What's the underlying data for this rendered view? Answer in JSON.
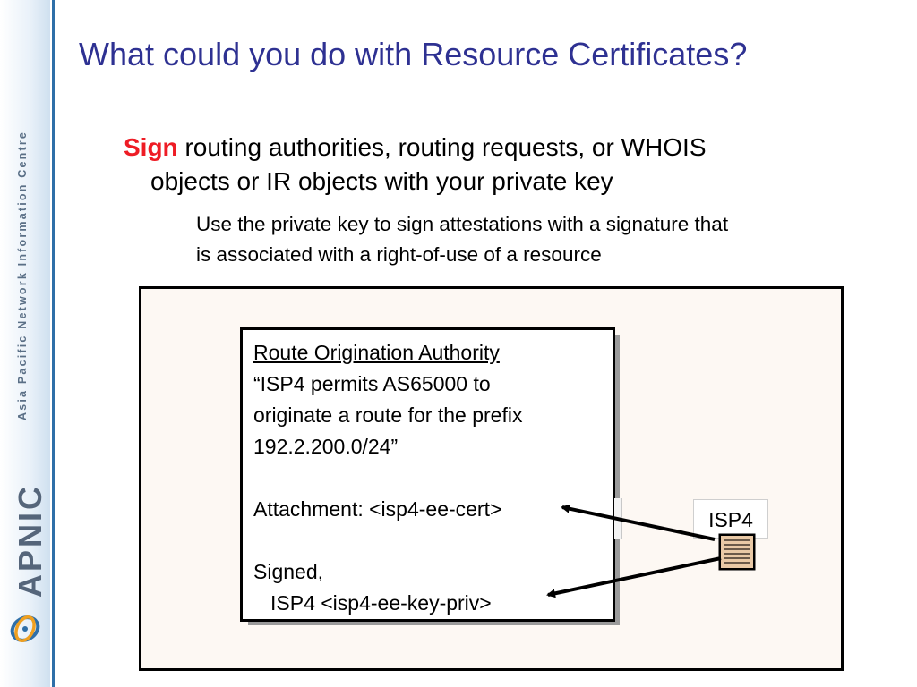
{
  "sidebar": {
    "org_name": "Asia Pacific Network Information Centre",
    "brand": "APNIC"
  },
  "title": "What could you do with Resource Certificates?",
  "bullet": {
    "keyword": "Sign",
    "line1": " routing authorities, routing requests, or WHOIS",
    "line2": "objects or IR objects with your private key"
  },
  "sub_bullet": {
    "line1": "Use the private key to sign attestations with a signature that",
    "line2": "is associated with a right-of-use of a resource"
  },
  "document": {
    "heading": "Route Origination Authority",
    "quote_line1": "“ISP4 permits AS65000 to",
    "quote_line2": "originate a route for the prefix",
    "quote_line3": "192.2.200.0/24”",
    "attachment": "Attachment: <isp4-ee-cert>",
    "signed": "Signed,",
    "signer": "ISP4 <isp4-ee-key-priv>"
  },
  "isp_label": "ISP4",
  "colors": {
    "title": "#2e3192",
    "keyword": "#ee1c25",
    "sidebar_rule": "#2f6fa8",
    "panel_bg": "#fdf8f3",
    "key_icon_fill": "#e9c9a6"
  },
  "icons": {
    "logo": "apnic-swirl-logo",
    "key": "private-key-icon"
  }
}
